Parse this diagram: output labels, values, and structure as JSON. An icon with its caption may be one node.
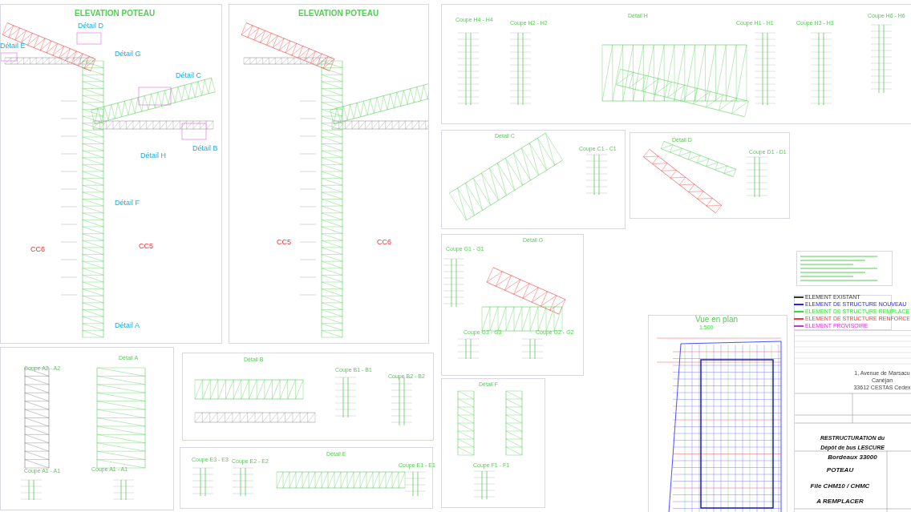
{
  "diagram": {
    "labels": [
      "ELEVATION POTEAU",
      "Détail D",
      "Détail E",
      "Détail G",
      "Détail C",
      "Détail H",
      "Détail B",
      "Détail F",
      "CC6",
      "CC5",
      "Détail A",
      "ELEVATION POTEAU",
      "CC5",
      "CC6",
      "Coupe H4 - H4",
      "Coupe H2 - H2",
      "Détail H",
      "Coupe H1 - H1",
      "Coupe H3 - H3",
      "Coupe H6 - H6",
      "Détail C",
      "Coupe C1 - C1",
      "Détail D",
      "Coupe D1 - D1",
      "Coupe G1 - G1",
      "Détail G",
      "Coupe G3 - G3",
      "Coupe G2 - G2",
      "Détail F",
      "Coupe F1 - F1",
      "Vue en plan",
      "1:500",
      "Coupe A2 - A2",
      "Détail A",
      "Coupe A1 - A1",
      "Coupe A1 - A1",
      "Détail B",
      "Coupe B1 - B1",
      "Coupe B2 - B2",
      "Coupe E3 - E3",
      "Coupe E2 - E2",
      "Détail E",
      "Coupe E1 - E1",
      "1, Avenue de Marsacu",
      "Canéjan",
      "33612 CESTAS Cedex",
      "RESTRUCTURATION du",
      "Dépôt de bus LESCURE",
      "Bordeaux 33000",
      "POTEAU",
      "File CHM10 / CHMC",
      "A REMPLACER"
    ],
    "legend": [
      {
        "text": "ELEMENT EXISTANT",
        "color": "#333333"
      },
      {
        "text": "ELEMENT DE STRUCTURE NOUVEAU",
        "color": "#2222ff"
      },
      {
        "text": "ELEMENT DE STRUCTURE REMPLACE",
        "color": "#33dd33"
      },
      {
        "text": "ELEMENT DE STRUCTURE RENFORCE",
        "color": "#ff3333"
      },
      {
        "text": "ELEMENT PROVISOIRE",
        "color": "#cc33cc"
      }
    ]
  }
}
